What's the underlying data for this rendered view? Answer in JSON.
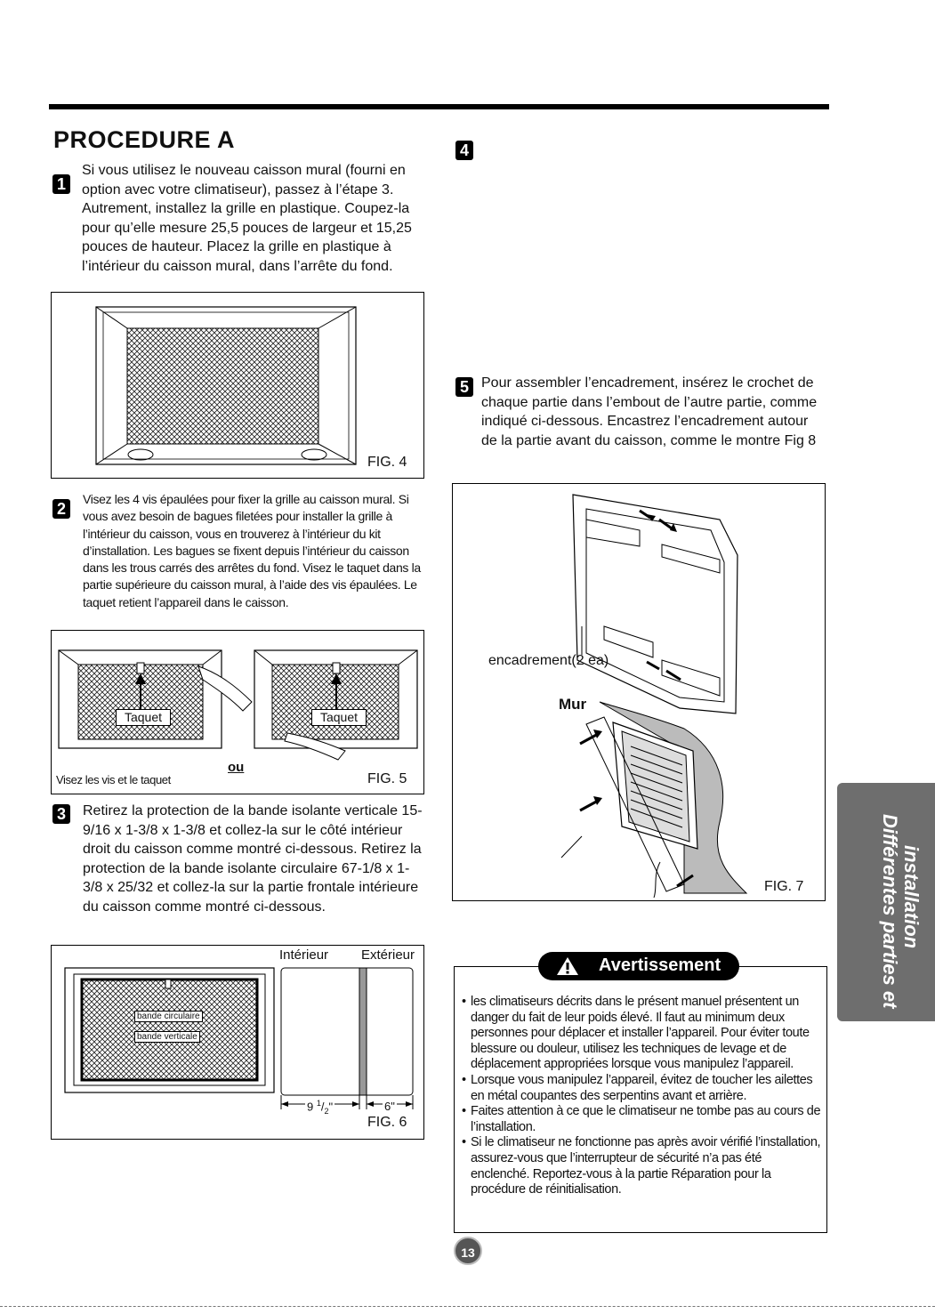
{
  "title": "PROCEDURE A",
  "steps": {
    "s1": {
      "num": "1",
      "text": "Si vous utilisez le nouveau caisson mural (fourni en option avec votre climatiseur), passez à l’étape 3. Autrement, installez la grille en plastique. Coupez-la pour qu’elle mesure 25,5 pouces de largeur et 15,25 pouces de hauteur. Placez la grille en plastique à l’intérieur du caisson mural, dans l’arrête du fond."
    },
    "s2": {
      "num": "2",
      "text": "Visez les 4 vis épaulées pour fixer la grille au caisson mural. Si vous avez besoin de bagues filetées pour installer la grille à l’intérieur du caisson, vous en trouverez à l’intérieur du kit d’installation. Les bagues se fixent depuis l’intérieur du caisson dans les trous carrés des arrêtes du fond. Visez le taquet dans la partie supérieure du caisson mural, à l’aide des vis épaulées. Le taquet retient l’appareil dans le caisson."
    },
    "s3": {
      "num": "3",
      "text": "Retirez la protection de la bande isolante verticale 15-9/16 x 1-3/8 x 1-3/8 et collez-la sur le côté intérieur droit du caisson comme montré ci-dessous. Retirez la protection de la bande isolante circulaire 67-1/8 x 1-3/8 x 25/32 et collez-la sur la partie frontale intérieure du caisson comme montré ci-dessous."
    },
    "s4": {
      "num": "4"
    },
    "s5": {
      "num": "5",
      "text": "Pour assembler l’encadrement, insérez le crochet de chaque partie dans l’embout de l’autre partie, comme indiqué ci-dessous. Encastrez l’encadrement autour de la partie avant du caisson, comme le montre Fig 8"
    }
  },
  "fig4": {
    "label": "FIG. 4"
  },
  "fig5": {
    "label": "FIG. 5",
    "tag": "Taquet",
    "or": "ou",
    "caption": "Visez les vis et le taquet"
  },
  "fig6": {
    "label": "FIG. 6",
    "interior": "Intérieur",
    "exterior": "Extérieur",
    "circular": "bande circulaire",
    "vertical": "bande verticale",
    "dim1_whole": "9",
    "dim1_num": "1",
    "dim1_den": "2",
    "dim1_unit": "\"",
    "dim2": "6\""
  },
  "fig7": {
    "label": "FIG. 7",
    "frame": "encadrement(2 ea)",
    "wall": "Mur"
  },
  "warning": {
    "title": "Avertissement",
    "items": [
      "les climatiseurs décrits dans le présent manuel présentent un danger du fait de leur poids élevé. Il faut au minimum deux personnes pour déplacer et installer l’appareil. Pour éviter toute blessure ou douleur, utilisez les techniques de levage et de déplacement appropriées lorsque vous manipulez l’appareil.",
      "Lorsque vous manipulez l’appareil, évitez de toucher les ailettes en métal coupantes des serpentins avant et arrière.",
      "Faites attention à ce que le climatiseur ne tombe pas au cours de l’installation.",
      "Si le climatiseur ne fonctionne pas après avoir vérifié l’installation, assurez-vous que l’interrupteur de sécurité n’a pas été enclenché. Reportez-vous à la partie Réparation pour la procédure de réinitialisation."
    ]
  },
  "side_tab": {
    "line1": "Différentes parties et",
    "line2": "installation"
  },
  "page_number": "13"
}
